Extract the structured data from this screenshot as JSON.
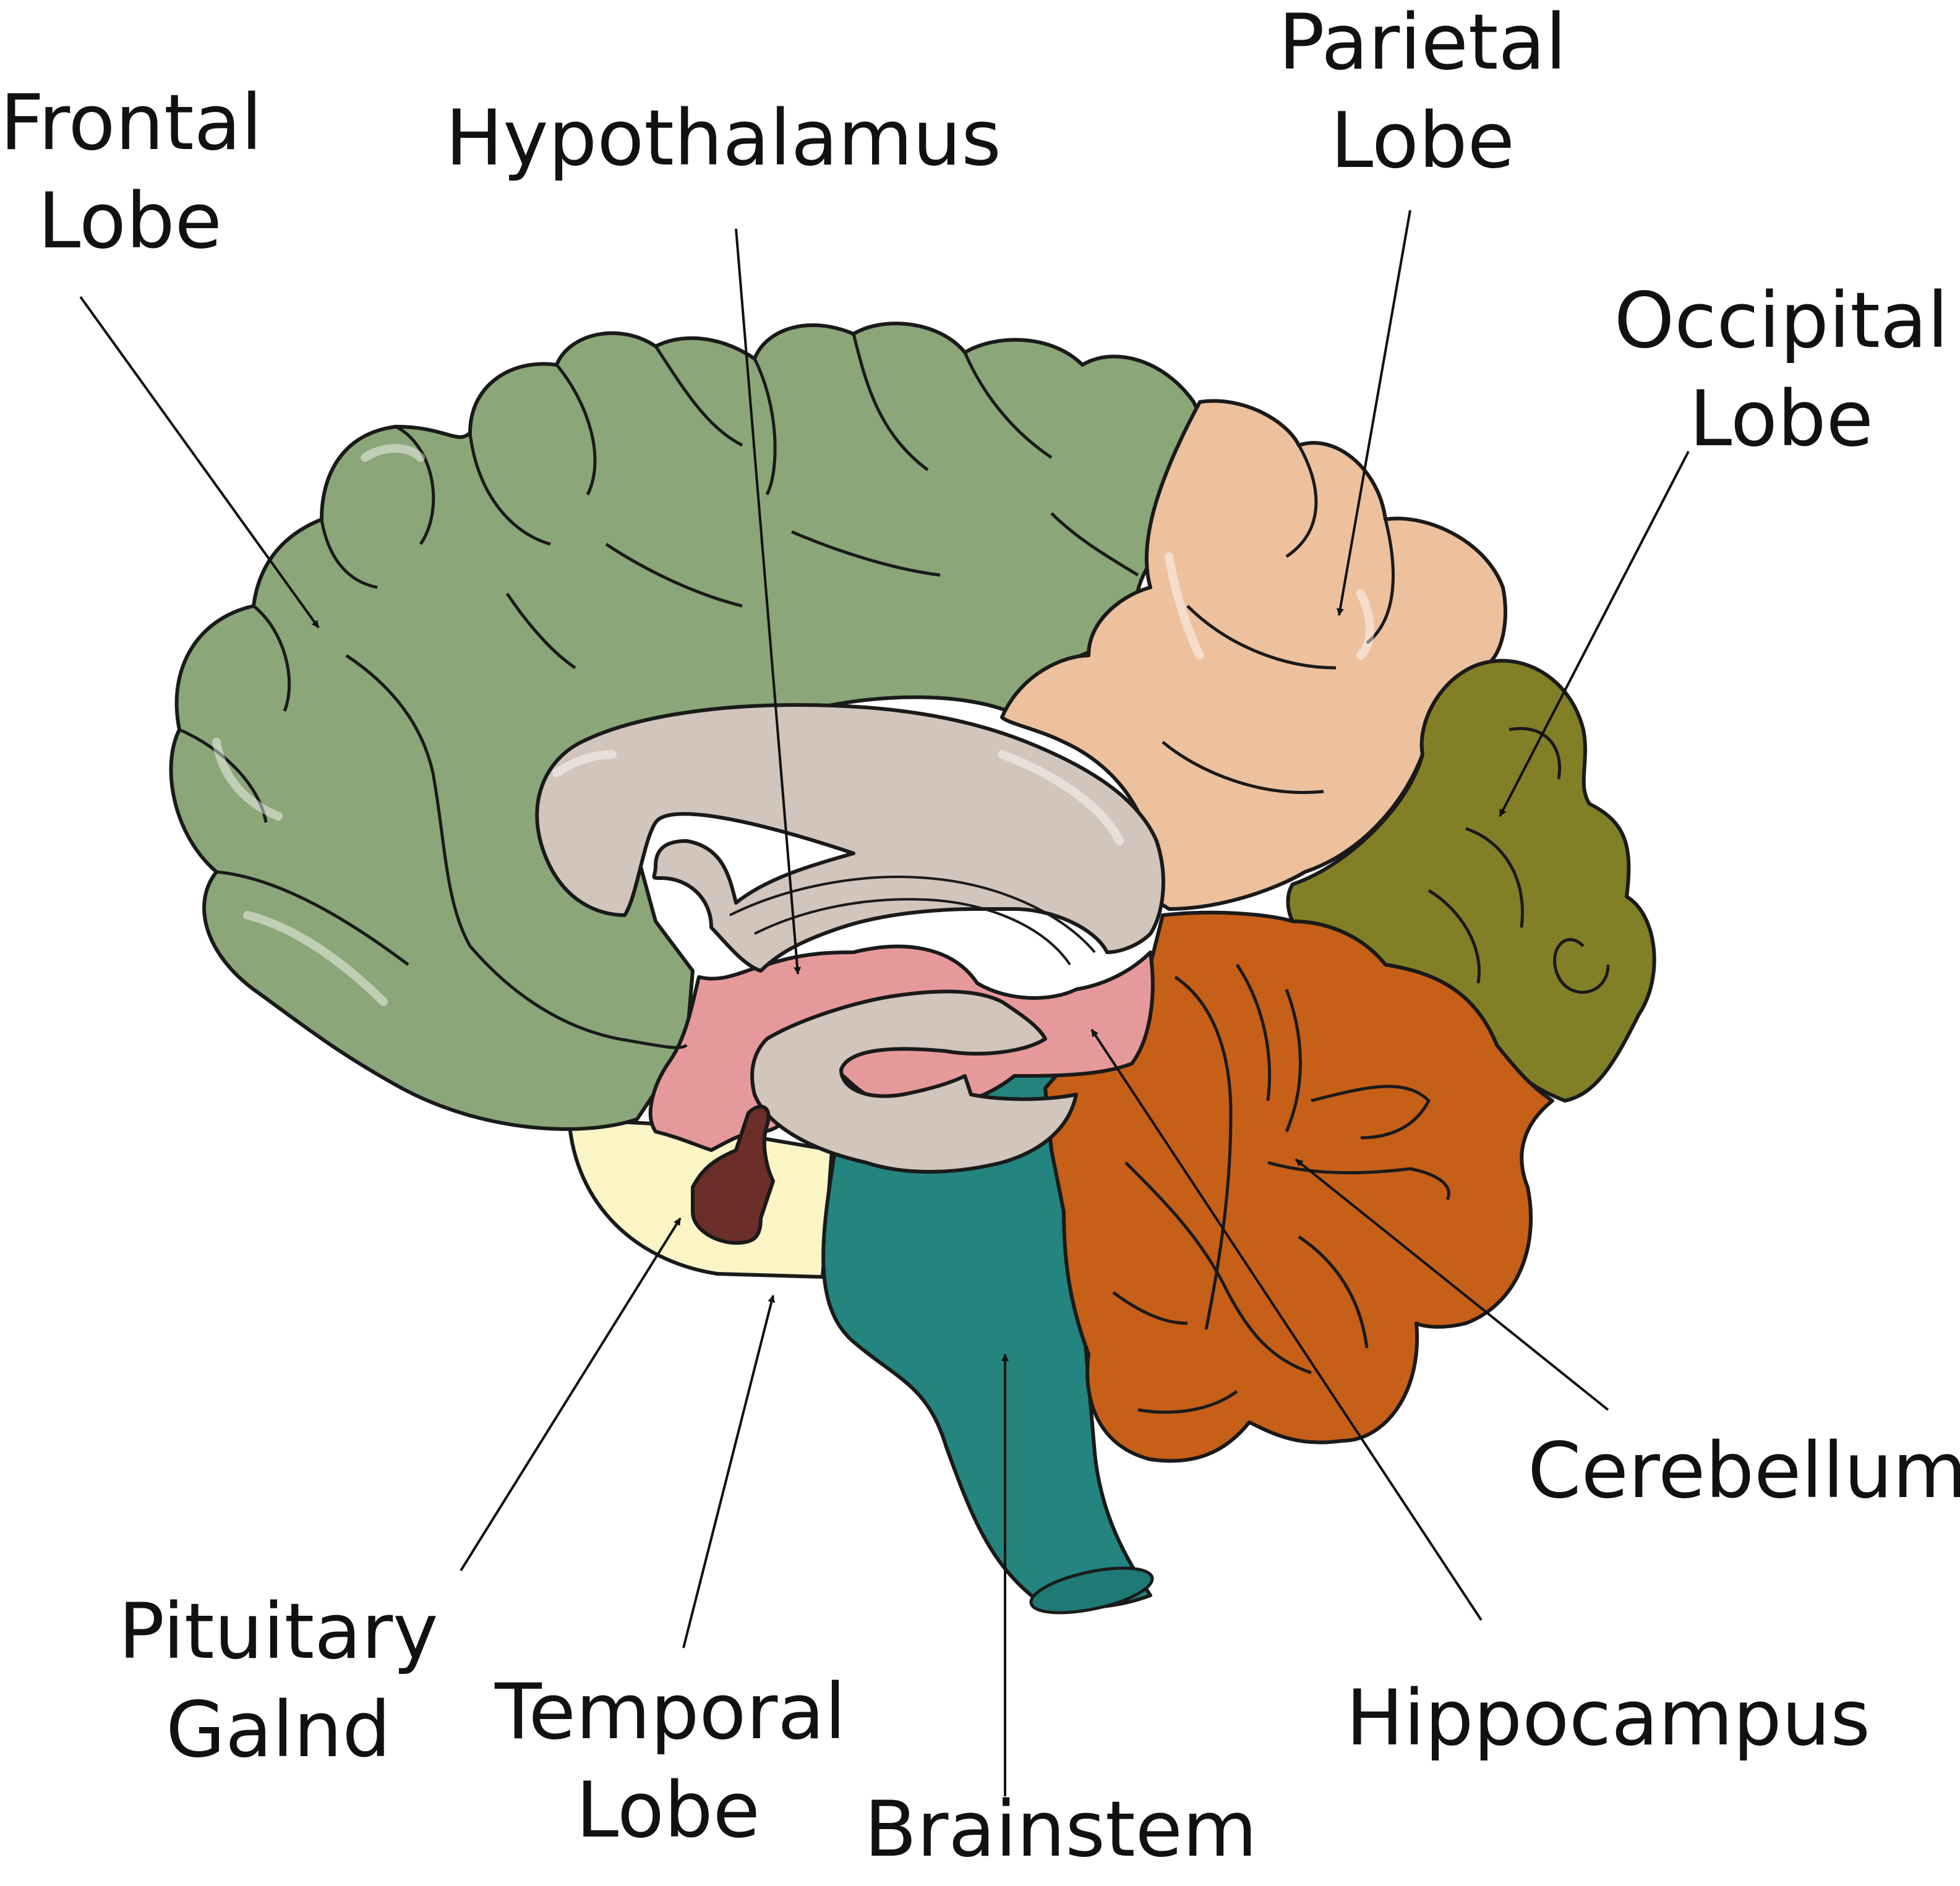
{
  "labels": {
    "frontal": [
      "Frontal",
      "Lobe"
    ],
    "hypothalamus": [
      "Hypothalamus"
    ],
    "parietal": [
      "Parietal",
      "Lobe"
    ],
    "occipital": [
      "Occipital",
      "Lobe"
    ],
    "cerebellum": [
      "Cerebellum"
    ],
    "hippocampus": [
      "Hippocampus"
    ],
    "brainstem": [
      "Brainstem"
    ],
    "temporal": [
      "Temporal",
      "Lobe"
    ],
    "pituitary": [
      "Pituitary",
      "Galnd"
    ]
  },
  "colors": {
    "frontal": "#8BA678",
    "parietal": "#EDC19E",
    "occipital": "#837F27",
    "cerebellum": "#C65F17",
    "brainstem": "#238480",
    "corpus": "#D1C5BC",
    "limbic": "#E6999B",
    "temporal": "#FBF5C6",
    "pituitary": "#6C2E28",
    "outline": "#1a1a1a",
    "highlight": "#ffffff"
  }
}
